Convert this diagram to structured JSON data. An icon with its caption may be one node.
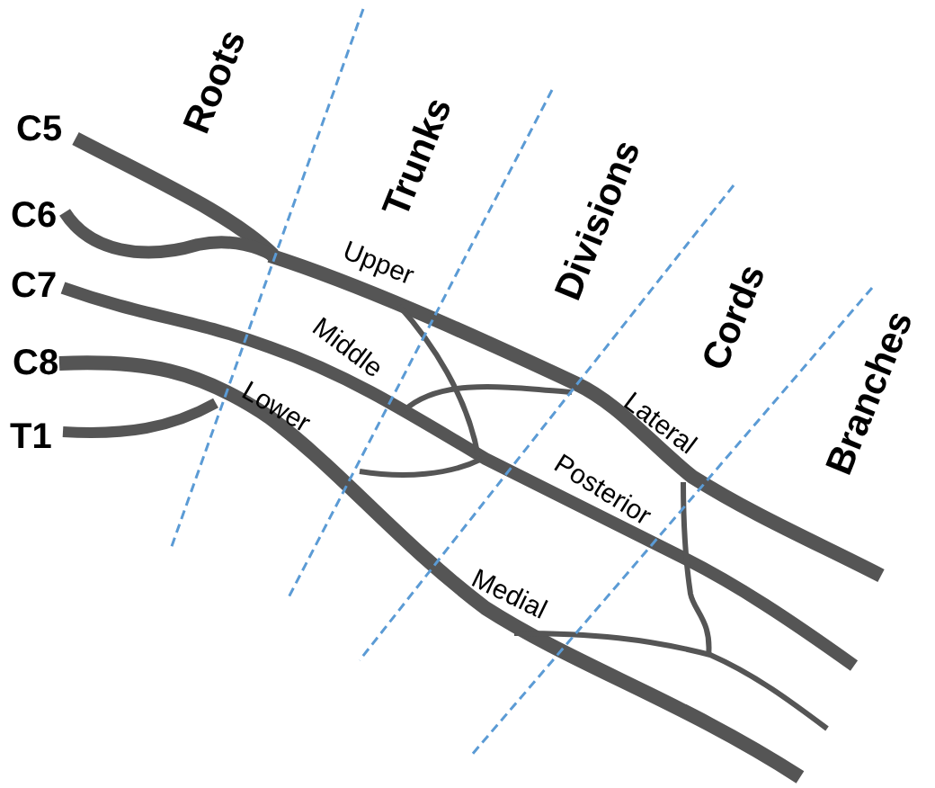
{
  "diagram": {
    "labels": [
      "Roots",
      "C5",
      "Trunks",
      "C6",
      "Upper",
      "Divisions",
      "C7",
      "Middle",
      "C8",
      "Cords",
      "Lower",
      "Lateral",
      "T1",
      "Branches",
      "Posterior",
      "Medial"
    ]
  }
}
